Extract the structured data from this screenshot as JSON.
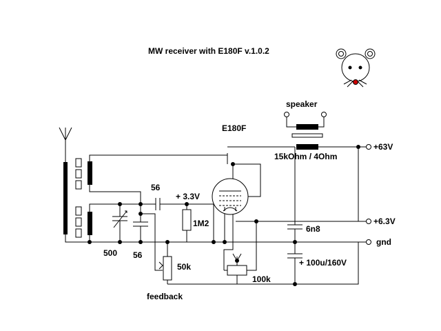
{
  "title": "MW receiver with E180F v.1.0.2",
  "colors": {
    "ink": "#000000",
    "background": "#ffffff",
    "mouse_nose": "#cc0000"
  },
  "labels": {
    "speaker": "speaker",
    "tube": "E180F",
    "transformer": "15kOhm / 4Ohm",
    "v63": "+63V",
    "v63b": "+6.3V",
    "gnd": "gnd",
    "c56_coupling": "56",
    "v33": "+ 3.3V",
    "r1m2": "1M2",
    "c6n8": "6n8",
    "c100u": "+ 100u/160V",
    "r100k": "100k",
    "c500": "500",
    "c56_trim": "56",
    "r50k": "50k",
    "feedback": "feedback"
  },
  "icons": {
    "antenna": "antenna-icon",
    "mouse": "mouse-logo-icon"
  }
}
